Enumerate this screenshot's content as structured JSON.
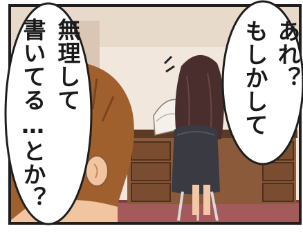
{
  "speech_bubbles": {
    "left": {
      "line1": "無理して",
      "line2": "書いてる…とか？"
    },
    "right": {
      "line1": "あれ？",
      "line2": "もしかして"
    }
  },
  "colors": {
    "panel_border": "#1e1e1e",
    "wall": "#f1e7dc",
    "wall_shade": "#e3d2c2",
    "desk": "#8a5a3a",
    "desk_dark": "#5c3a24",
    "floor": "#a35a5a",
    "hair_boy": "#a0602e",
    "hair_girl": "#4a2e2e",
    "chair": "#3a3a42"
  }
}
